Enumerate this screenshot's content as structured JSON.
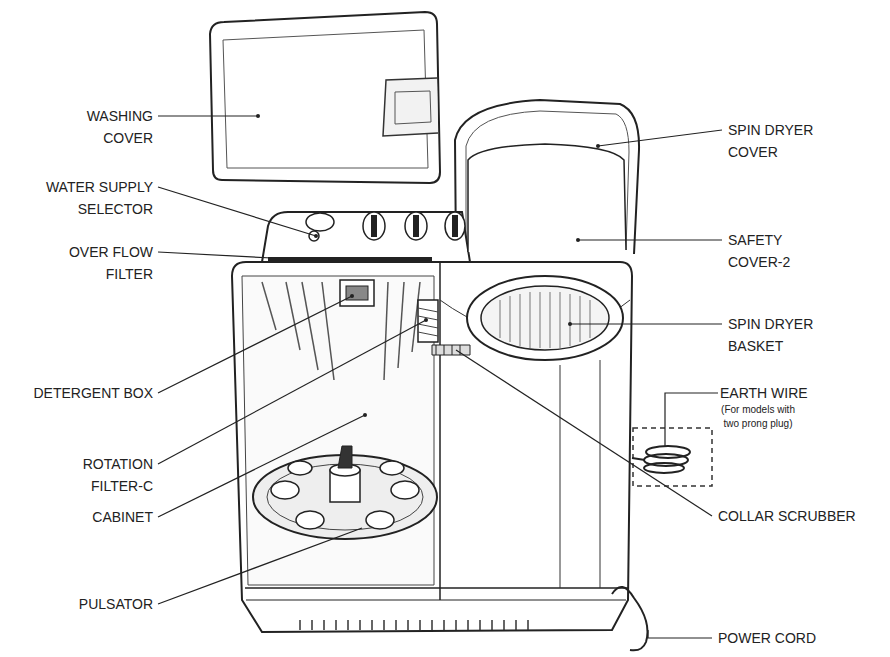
{
  "diagram": {
    "labels": [
      "WASHING COVER",
      "WATER SUPPLY SELECTOR",
      "OVER FLOW FILTER",
      "DETERGENT BOX",
      "ROTATION FILTER-C",
      "CABINET",
      "PULSATOR",
      "SPIN DRYER COVER",
      "SAFETY COVER-2",
      "SPIN DRYER BASKET",
      "EARTH WIRE",
      "(For models with two prong plug)",
      "COLLAR SCRUBBER",
      "POWER CORD"
    ]
  }
}
